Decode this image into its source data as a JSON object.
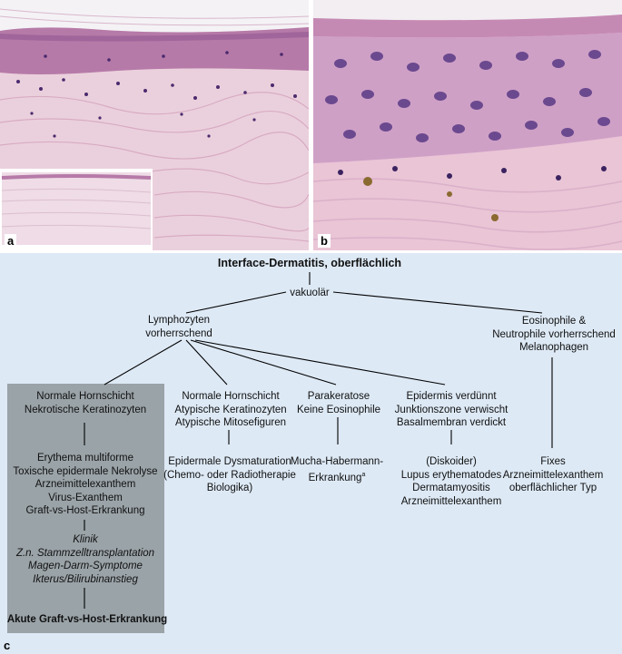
{
  "panels": {
    "a_label": "a",
    "b_label": "b",
    "c_label": "c"
  },
  "diagram": {
    "root": "Interface-Dermatitis, oberflächlich",
    "level1": "vakuolär",
    "lymph": [
      "Lymphozyten",
      "vorherrschend"
    ],
    "eos": [
      "Eosinophile &",
      "Neutrophile vorherrschend",
      "Melanophagen"
    ],
    "gvhd_box": {
      "header": [
        "Normale Hornschicht",
        "Nekrotische Keratinozyten"
      ],
      "dx": [
        "Erythema multiforme",
        "Toxische epidermale Nekrolyse",
        "Arzneimittelexanthem",
        "Virus-Exanthem",
        "Graft-vs-Host-Erkrankung"
      ],
      "klinik": [
        "Klinik",
        "Z.n. Stammzelltransplantation",
        "Magen-Darm-Symptome",
        "Ikterus/Bilirubinanstieg"
      ],
      "final": "Akute Graft-vs-Host-Erkrankung"
    },
    "col2": {
      "header": [
        "Normale Hornschicht",
        "Atypische Keratinozyten",
        "Atypische Mitosefiguren"
      ],
      "dx": [
        "Epidermale Dysmaturation",
        "(Chemo- oder Radiotherapie",
        "Biologika)"
      ]
    },
    "col3": {
      "header": [
        "Parakeratose",
        "Keine Eosinophile"
      ],
      "dx": [
        "Mucha-Habermann-",
        "Erkrankung"
      ],
      "dx_sup": "a"
    },
    "col4": {
      "header": [
        "Epidermis verdünnt",
        "Junktionszone verwischt",
        "Basalmembran verdickt"
      ],
      "dx": [
        "(Diskoider)",
        "Lupus erythematodes",
        "Dermatamyositis",
        "Arzneimittelexanthem"
      ]
    },
    "col5": {
      "dx": [
        "Fixes",
        "Arzneimittelexanthem",
        "oberflächlicher Typ"
      ]
    }
  },
  "colors": {
    "diagram_bg": "#dde9f5",
    "box_fill": "#9aa3a8",
    "he_pink": "#e9c6d6",
    "he_purple": "#4b2a6e"
  }
}
